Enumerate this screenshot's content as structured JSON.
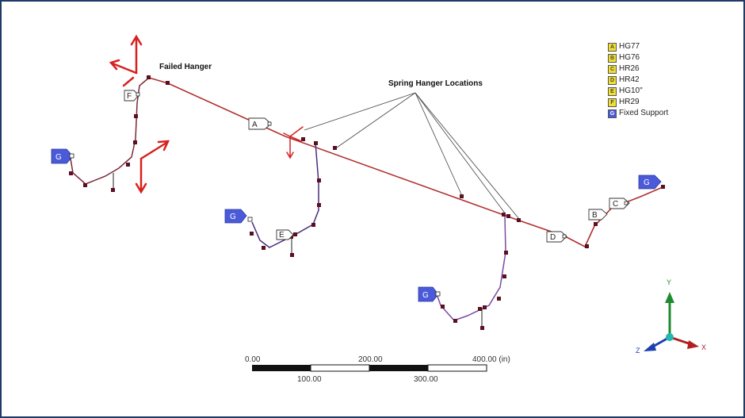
{
  "callouts": {
    "failed_hanger": "Failed Hanger",
    "spring_hanger_locations": "Spring Hanger Locations"
  },
  "legend": [
    {
      "letter": "A",
      "label": "HG77",
      "color": "#f0e030"
    },
    {
      "letter": "B",
      "label": "HG76",
      "color": "#f0e030"
    },
    {
      "letter": "C",
      "label": "HR26",
      "color": "#f0e030"
    },
    {
      "letter": "D",
      "label": "HR42",
      "color": "#f0e030"
    },
    {
      "letter": "E",
      "label": "HG10\"",
      "color": "#f0e030"
    },
    {
      "letter": "F",
      "label": "HR29",
      "color": "#f0e030"
    },
    {
      "letter": "G",
      "label": "Fixed Support",
      "color": "#4a5ad8"
    }
  ],
  "markers": {
    "support_letters": [
      "A",
      "B",
      "C",
      "D",
      "E",
      "F"
    ],
    "fixed_letter": "G"
  },
  "scale_bar": {
    "labels_top": [
      "0.00",
      "200.00",
      "400.00 (in)"
    ],
    "labels_bottom": [
      "100.00",
      "300.00"
    ]
  },
  "triad": {
    "x": "X",
    "y": "Y",
    "z": "Z"
  },
  "colors": {
    "pipe_main": "#b03030",
    "pipe_branch": "#7a4aa0",
    "arrow": "#d82020",
    "fixed": "#4a5ad8",
    "axis_x": "#b02020",
    "axis_y": "#208a30",
    "axis_z": "#1f3fb0"
  }
}
